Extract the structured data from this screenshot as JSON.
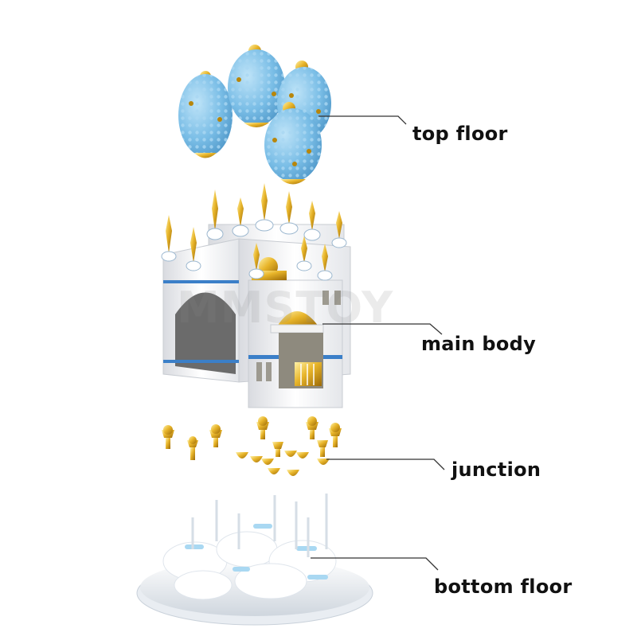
{
  "labels": {
    "top_floor": "top floor",
    "main_body": "main body",
    "junction": "junction",
    "bottom_floor": "bottom floor"
  },
  "watermark": "MMSTOY",
  "colors": {
    "background": "#ffffff",
    "dome_blue": "#7fc3ea",
    "gold": "#e3b12a",
    "wall_white": "#f4f4f4",
    "stripe_blue": "#3b7fc8",
    "leader_line": "#333333"
  }
}
